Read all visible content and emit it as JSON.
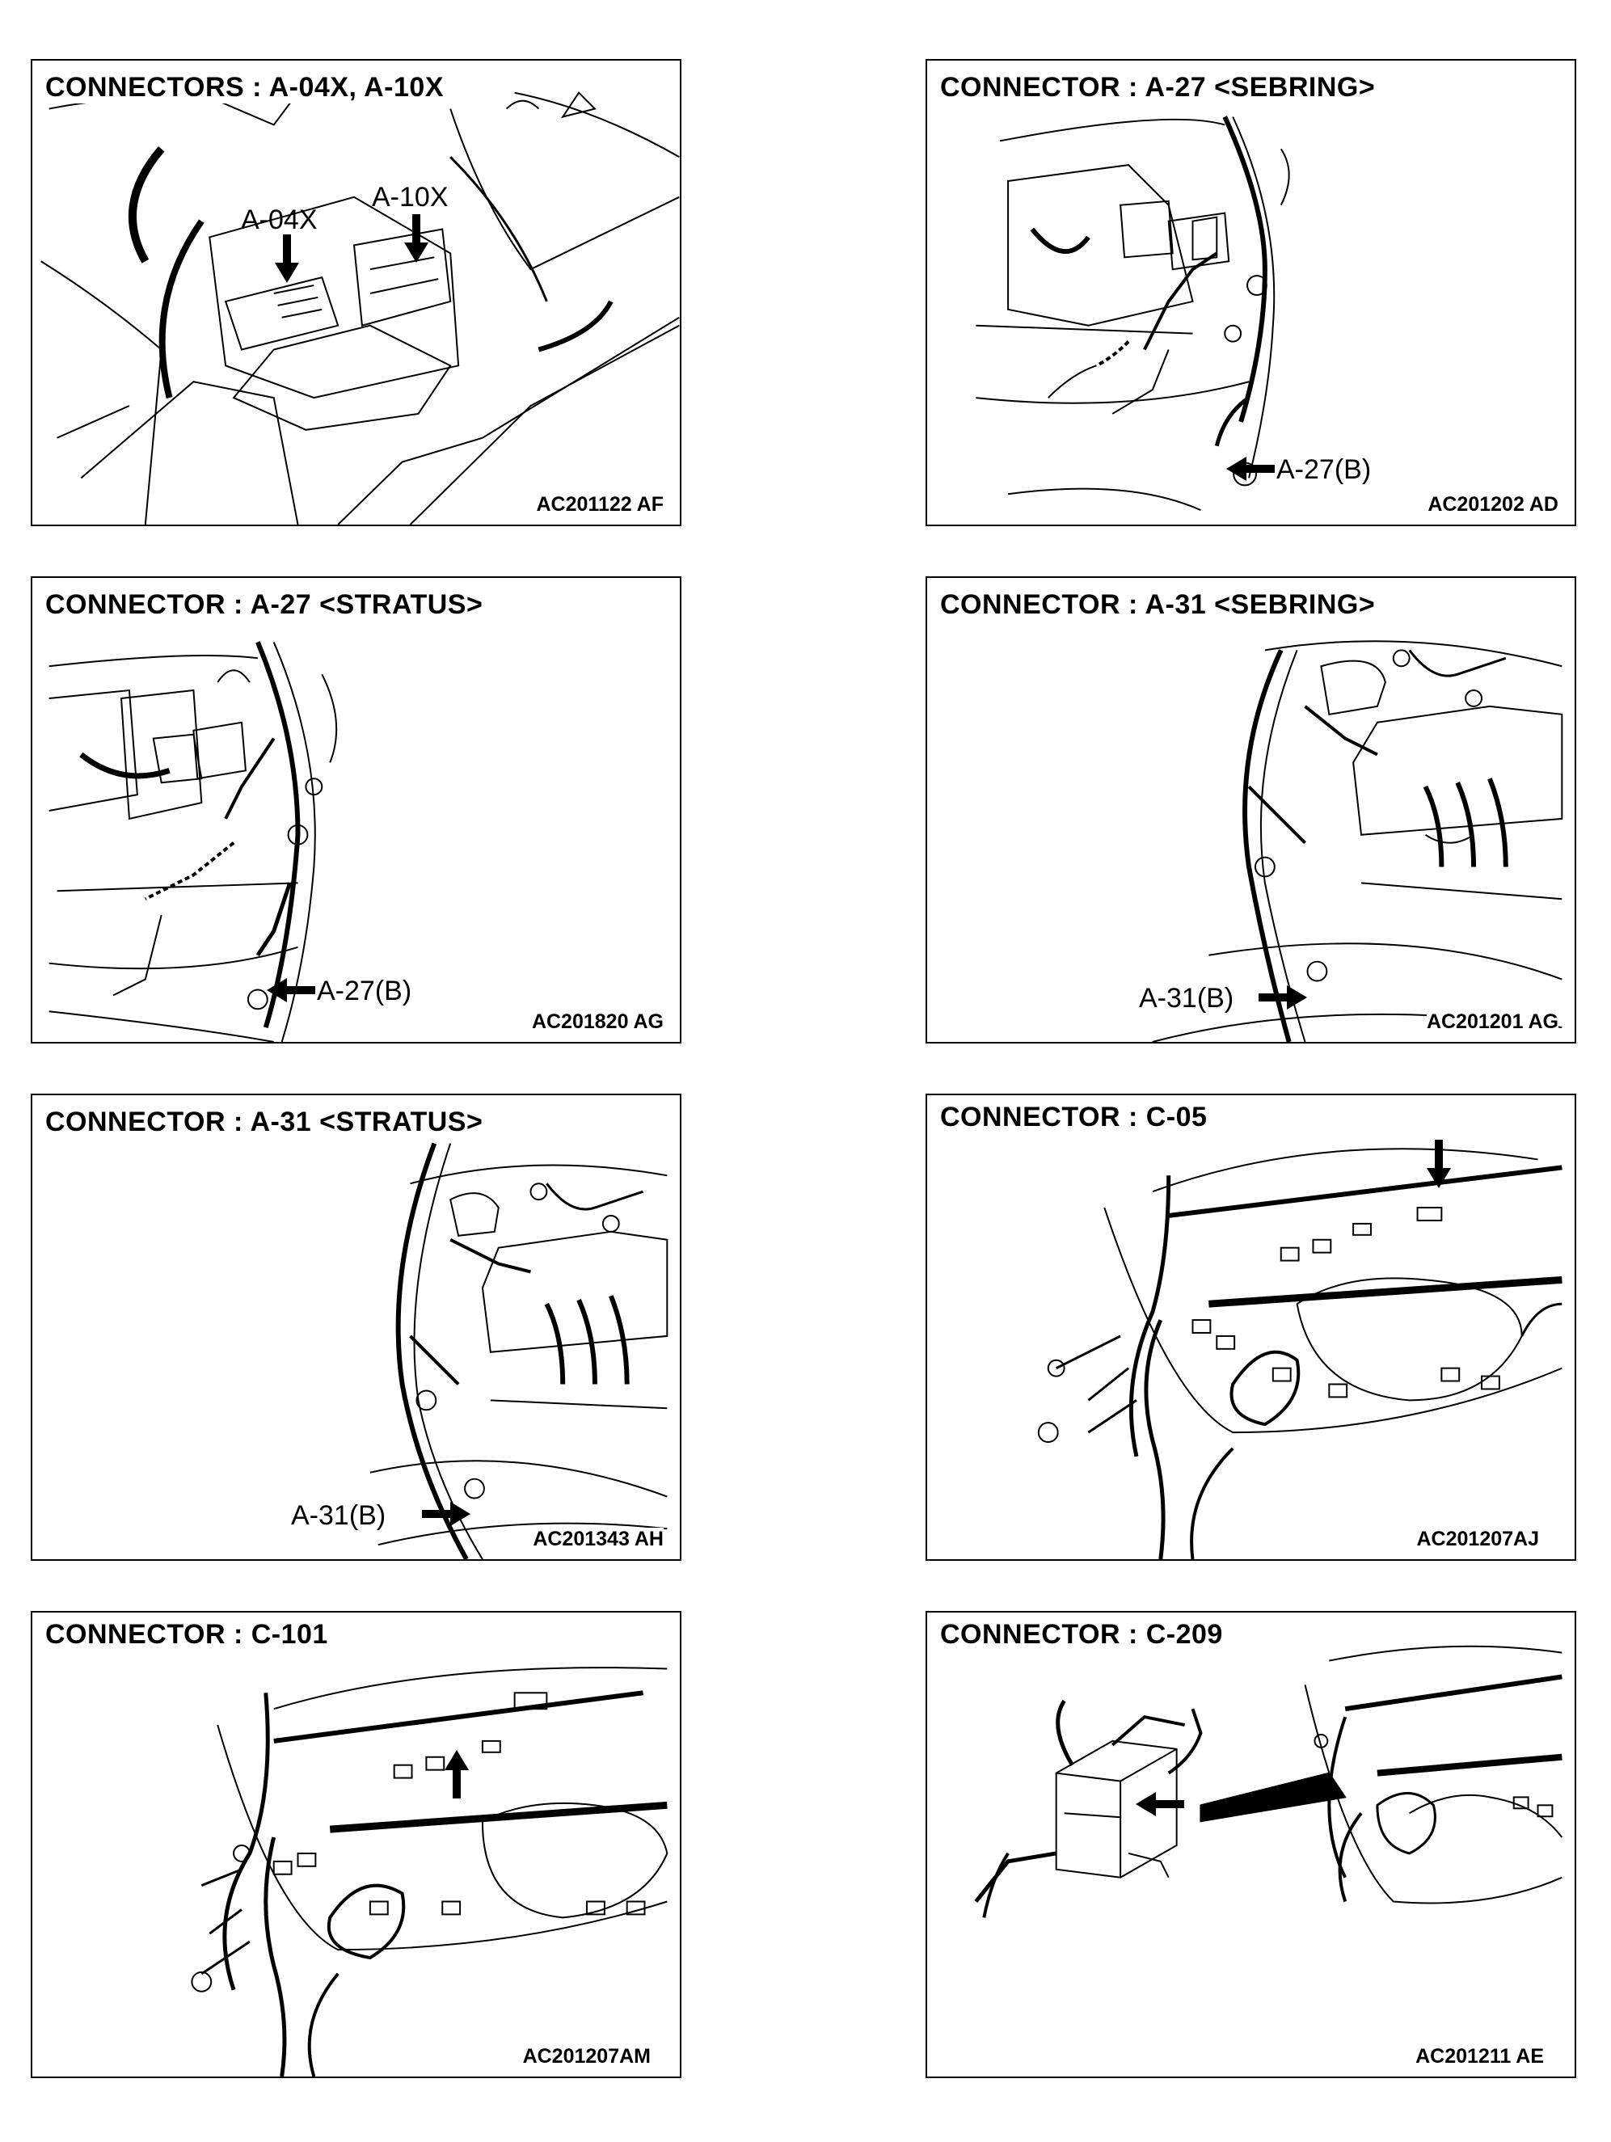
{
  "panels": [
    {
      "title": "CONNECTORS : A-04X, A-10X",
      "code": "AC201122 AF",
      "callouts": [
        "A-04X",
        "A-10X"
      ]
    },
    {
      "title": "CONNECTOR : A-27 <SEBRING>",
      "code": "AC201202 AD",
      "callouts": [
        "A-27(B)"
      ]
    },
    {
      "title": "CONNECTOR : A-27 <STRATUS>",
      "code": "AC201820 AG",
      "callouts": [
        "A-27(B)"
      ]
    },
    {
      "title": "CONNECTOR : A-31 <SEBRING>",
      "code": "AC201201 AG",
      "callouts": [
        "A-31(B)"
      ]
    },
    {
      "title": "CONNECTOR : A-31 <STRATUS>",
      "code": "AC201343 AH",
      "callouts": [
        "A-31(B)"
      ]
    },
    {
      "title": "CONNECTOR : C-05",
      "code": "AC201207AJ",
      "callouts": []
    },
    {
      "title": "CONNECTOR : C-101",
      "code": "AC201207AM",
      "callouts": []
    },
    {
      "title": "CONNECTOR : C-209",
      "code": "AC201211 AE",
      "callouts": []
    }
  ]
}
